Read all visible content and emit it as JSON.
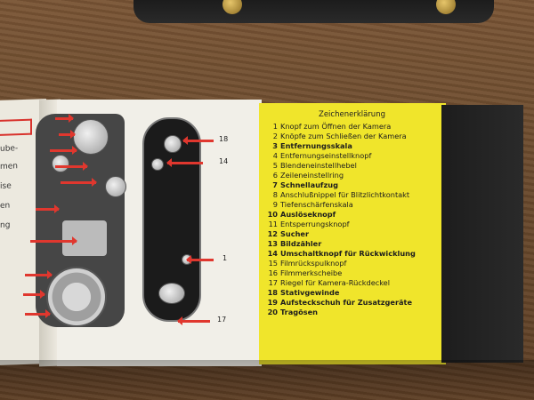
{
  "legend": {
    "title": "Zeichenerklärung",
    "items": [
      {
        "n": "1",
        "t": "Knopf zum Öffnen der Kamera"
      },
      {
        "n": "2",
        "t": "Knöpfe zum Schließen der Kamera"
      },
      {
        "n": "3",
        "t": "Entfernungsskala"
      },
      {
        "n": "4",
        "t": "Entfernungseinstellknopf"
      },
      {
        "n": "5",
        "t": "Blendeneinstellhebel"
      },
      {
        "n": "6",
        "t": "Zeileneinstellring"
      },
      {
        "n": "7",
        "t": "Schnellaufzug"
      },
      {
        "n": "8",
        "t": "Anschlußnippel für Blitzlichtkontakt"
      },
      {
        "n": "9",
        "t": "Tiefenschärfenskala"
      },
      {
        "n": "10",
        "t": "Auslöseknopf"
      },
      {
        "n": "11",
        "t": "Entsperrungsknopf"
      },
      {
        "n": "12",
        "t": "Sucher"
      },
      {
        "n": "13",
        "t": "Bildzähler"
      },
      {
        "n": "14",
        "t": "Umschaltknopf für Rückwicklung"
      },
      {
        "n": "15",
        "t": "Filmrückspulknopf"
      },
      {
        "n": "16",
        "t": "Filmmerkscheibe"
      },
      {
        "n": "17",
        "t": "Riegel für Kamera-Rückdeckel"
      },
      {
        "n": "18",
        "t": "Stativgewinde"
      },
      {
        "n": "19",
        "t": "Aufsteckschuh für Zusatzgeräte"
      },
      {
        "n": "20",
        "t": "Tragösen"
      }
    ]
  },
  "diagram_labels": {
    "l18": "18",
    "l14": "14",
    "l1": "1",
    "l17": "17"
  },
  "leftpage_fragments": [
    "ube-",
    "men",
    "ise",
    "en",
    "ng"
  ],
  "colors": {
    "yellow": "#f0e52b",
    "arrow": "#e0372e",
    "dark": "#1b1b1b"
  }
}
